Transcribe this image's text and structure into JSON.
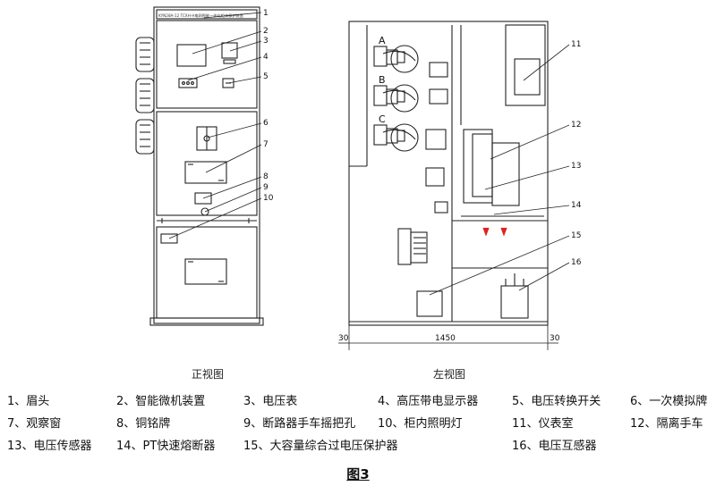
{
  "front_view": {
    "caption": "正视图",
    "nameplate_text": "KYN28A-12 TCXH-H电网智能一体化柜体保护装置",
    "callouts": [
      "1",
      "2",
      "3",
      "4",
      "5",
      "6",
      "7",
      "8",
      "9",
      "10"
    ]
  },
  "side_view": {
    "caption": "左视图",
    "phase_labels": [
      "A",
      "B",
      "C"
    ],
    "callouts": [
      "11",
      "12",
      "13",
      "14",
      "15",
      "16"
    ],
    "dimensions": {
      "left": "30",
      "width": "1450",
      "right": "30"
    }
  },
  "legend": [
    "1、眉头",
    "2、智能微机装置",
    "3、电压表",
    "4、高压带电显示器",
    "5、电压转换开关",
    "6、一次模拟牌",
    "7、观察窗",
    "8、铜铭牌",
    "9、断路器手车摇把孔",
    "10、柜内照明灯",
    "11、仪表室",
    "12、隔离手车",
    "13、电压传感器",
    "14、PT快速熔断器",
    "15、大容量综合过电压保护器",
    "16、电压互感器"
  ],
  "figure_title": "图3"
}
